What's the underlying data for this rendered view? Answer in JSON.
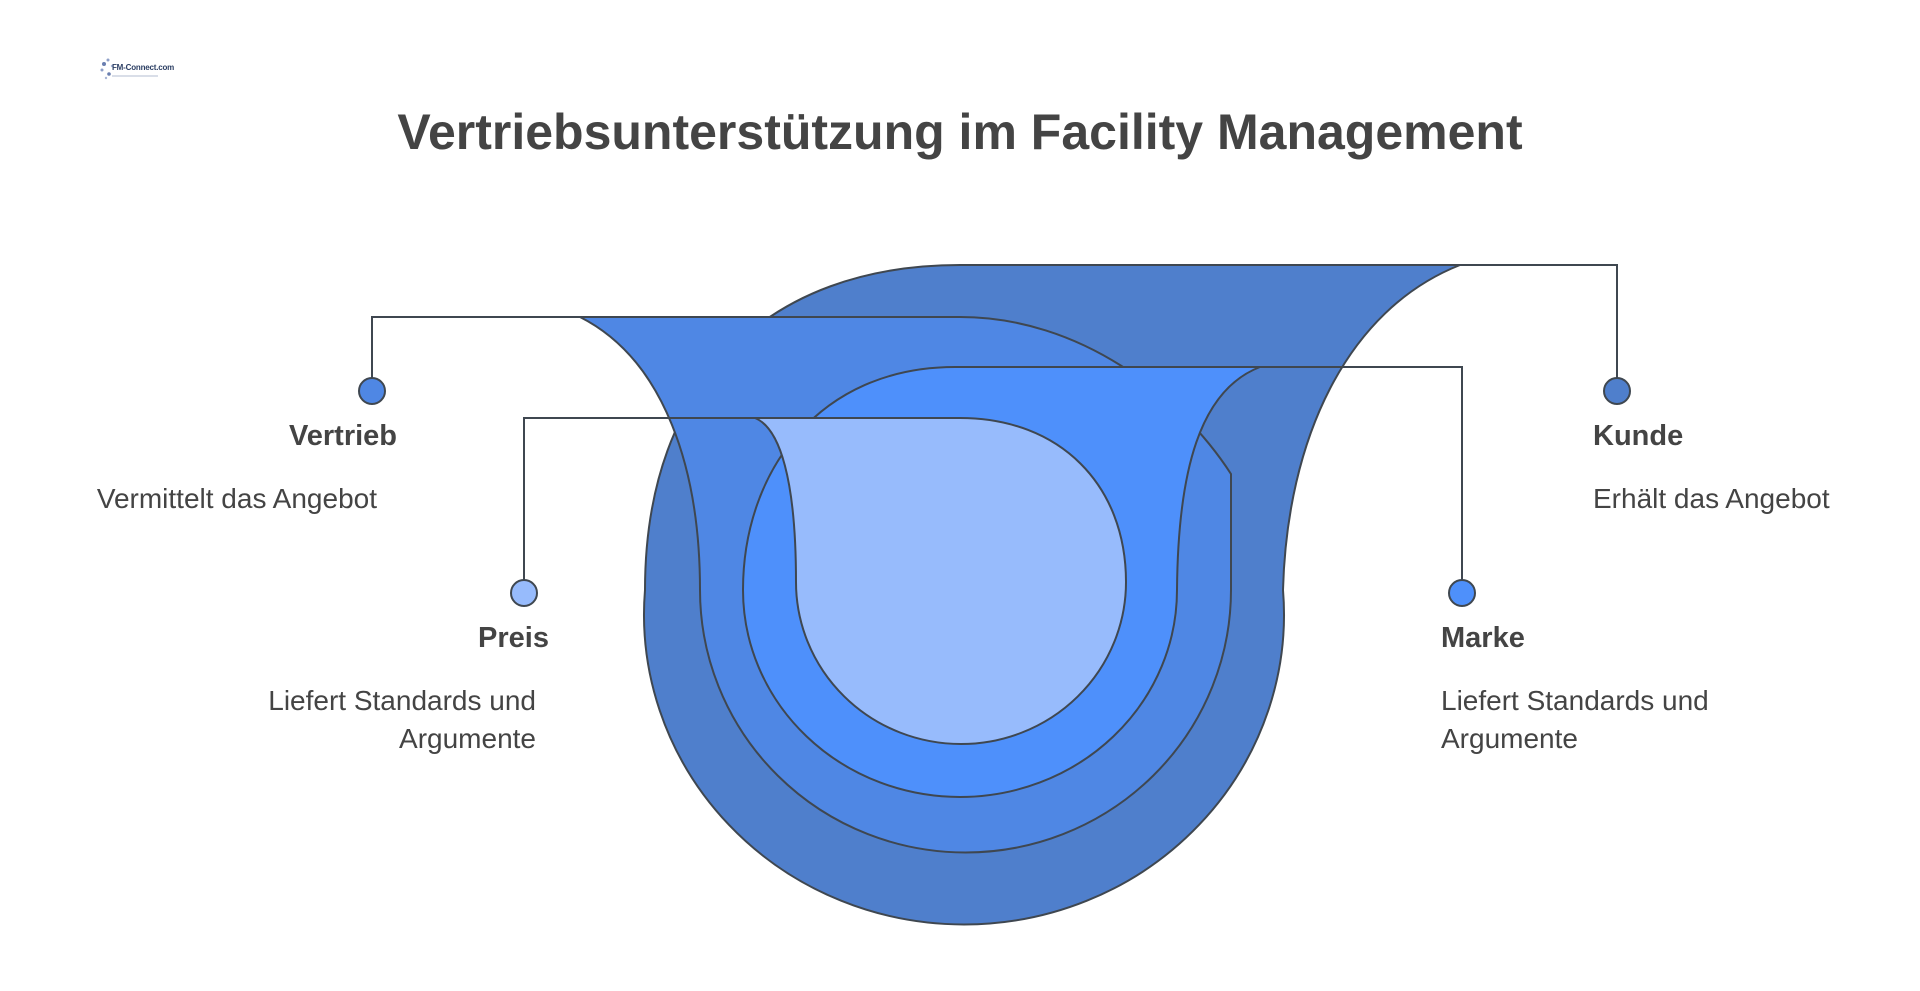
{
  "logo": {
    "text": "FM-Connect.com"
  },
  "title": "Vertriebsunterstützung im Facility Management",
  "colors": {
    "outer_ring": "#4f7fcc",
    "ring_2": "#4f87e4",
    "ring_3": "#4e90fb",
    "inner": "#97bbfc",
    "outline": "#3f4750",
    "text": "#444444"
  },
  "nodes": [
    {
      "key": "vertrieb",
      "title": "Vertrieb",
      "description": "Vermittelt das Angebot",
      "color": "#4f87e4"
    },
    {
      "key": "preis",
      "title": "Preis",
      "description": "Liefert Standards und Argumente",
      "color": "#97bbfc"
    },
    {
      "key": "kunde",
      "title": "Kunde",
      "description": "Erhält das Angebot",
      "color": "#4f7fcc"
    },
    {
      "key": "marke",
      "title": "Marke",
      "description": "Liefert Standards und Argumente",
      "color": "#4e90fb"
    }
  ]
}
